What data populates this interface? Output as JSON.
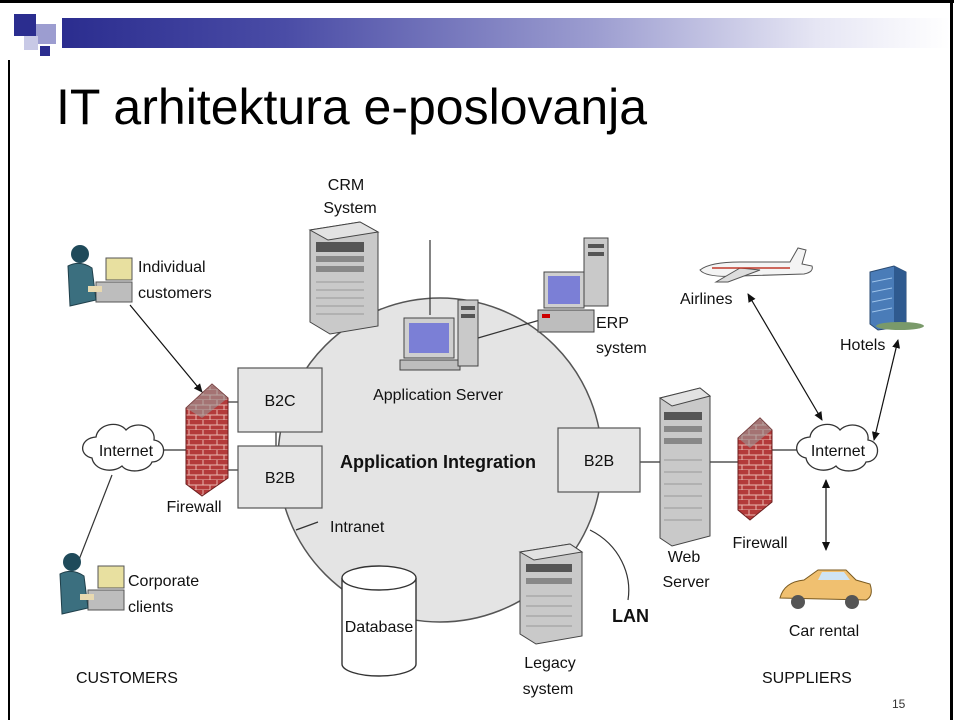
{
  "slide": {
    "title": "IT arhitektura e-poslovanja",
    "page_number": "15"
  },
  "diagram": {
    "center_label": "Application Integration",
    "intranet_label": "Intranet",
    "lan_label": "LAN",
    "crm": [
      "CRM",
      "System"
    ],
    "application_server": "Application Server",
    "erp": [
      "ERP",
      "system"
    ],
    "b2c": "B2C",
    "b2b_left": "B2B",
    "b2b_right": "B2B",
    "database": "Database",
    "legacy": [
      "Legacy",
      "system"
    ],
    "web_server": [
      "Web",
      "Server"
    ],
    "internet_left": "Internet",
    "internet_right": "Internet",
    "firewall_left": "Firewall",
    "firewall_right": "Firewall",
    "individual_customers": [
      "Individual",
      "customers"
    ],
    "corporate_clients": [
      "Corporate",
      "clients"
    ],
    "airlines": "Airlines",
    "hotels": "Hotels",
    "car_rental": "Car rental",
    "customers_heading": "CUSTOMERS",
    "suppliers_heading": "SUPPLIERS"
  },
  "colors": {
    "title_bar_dark": "#2b2d8f",
    "firewall_brick": "#b33a3a",
    "ring_fill": "#e4e4e4",
    "monitor_screen": "#7b7fd6"
  }
}
